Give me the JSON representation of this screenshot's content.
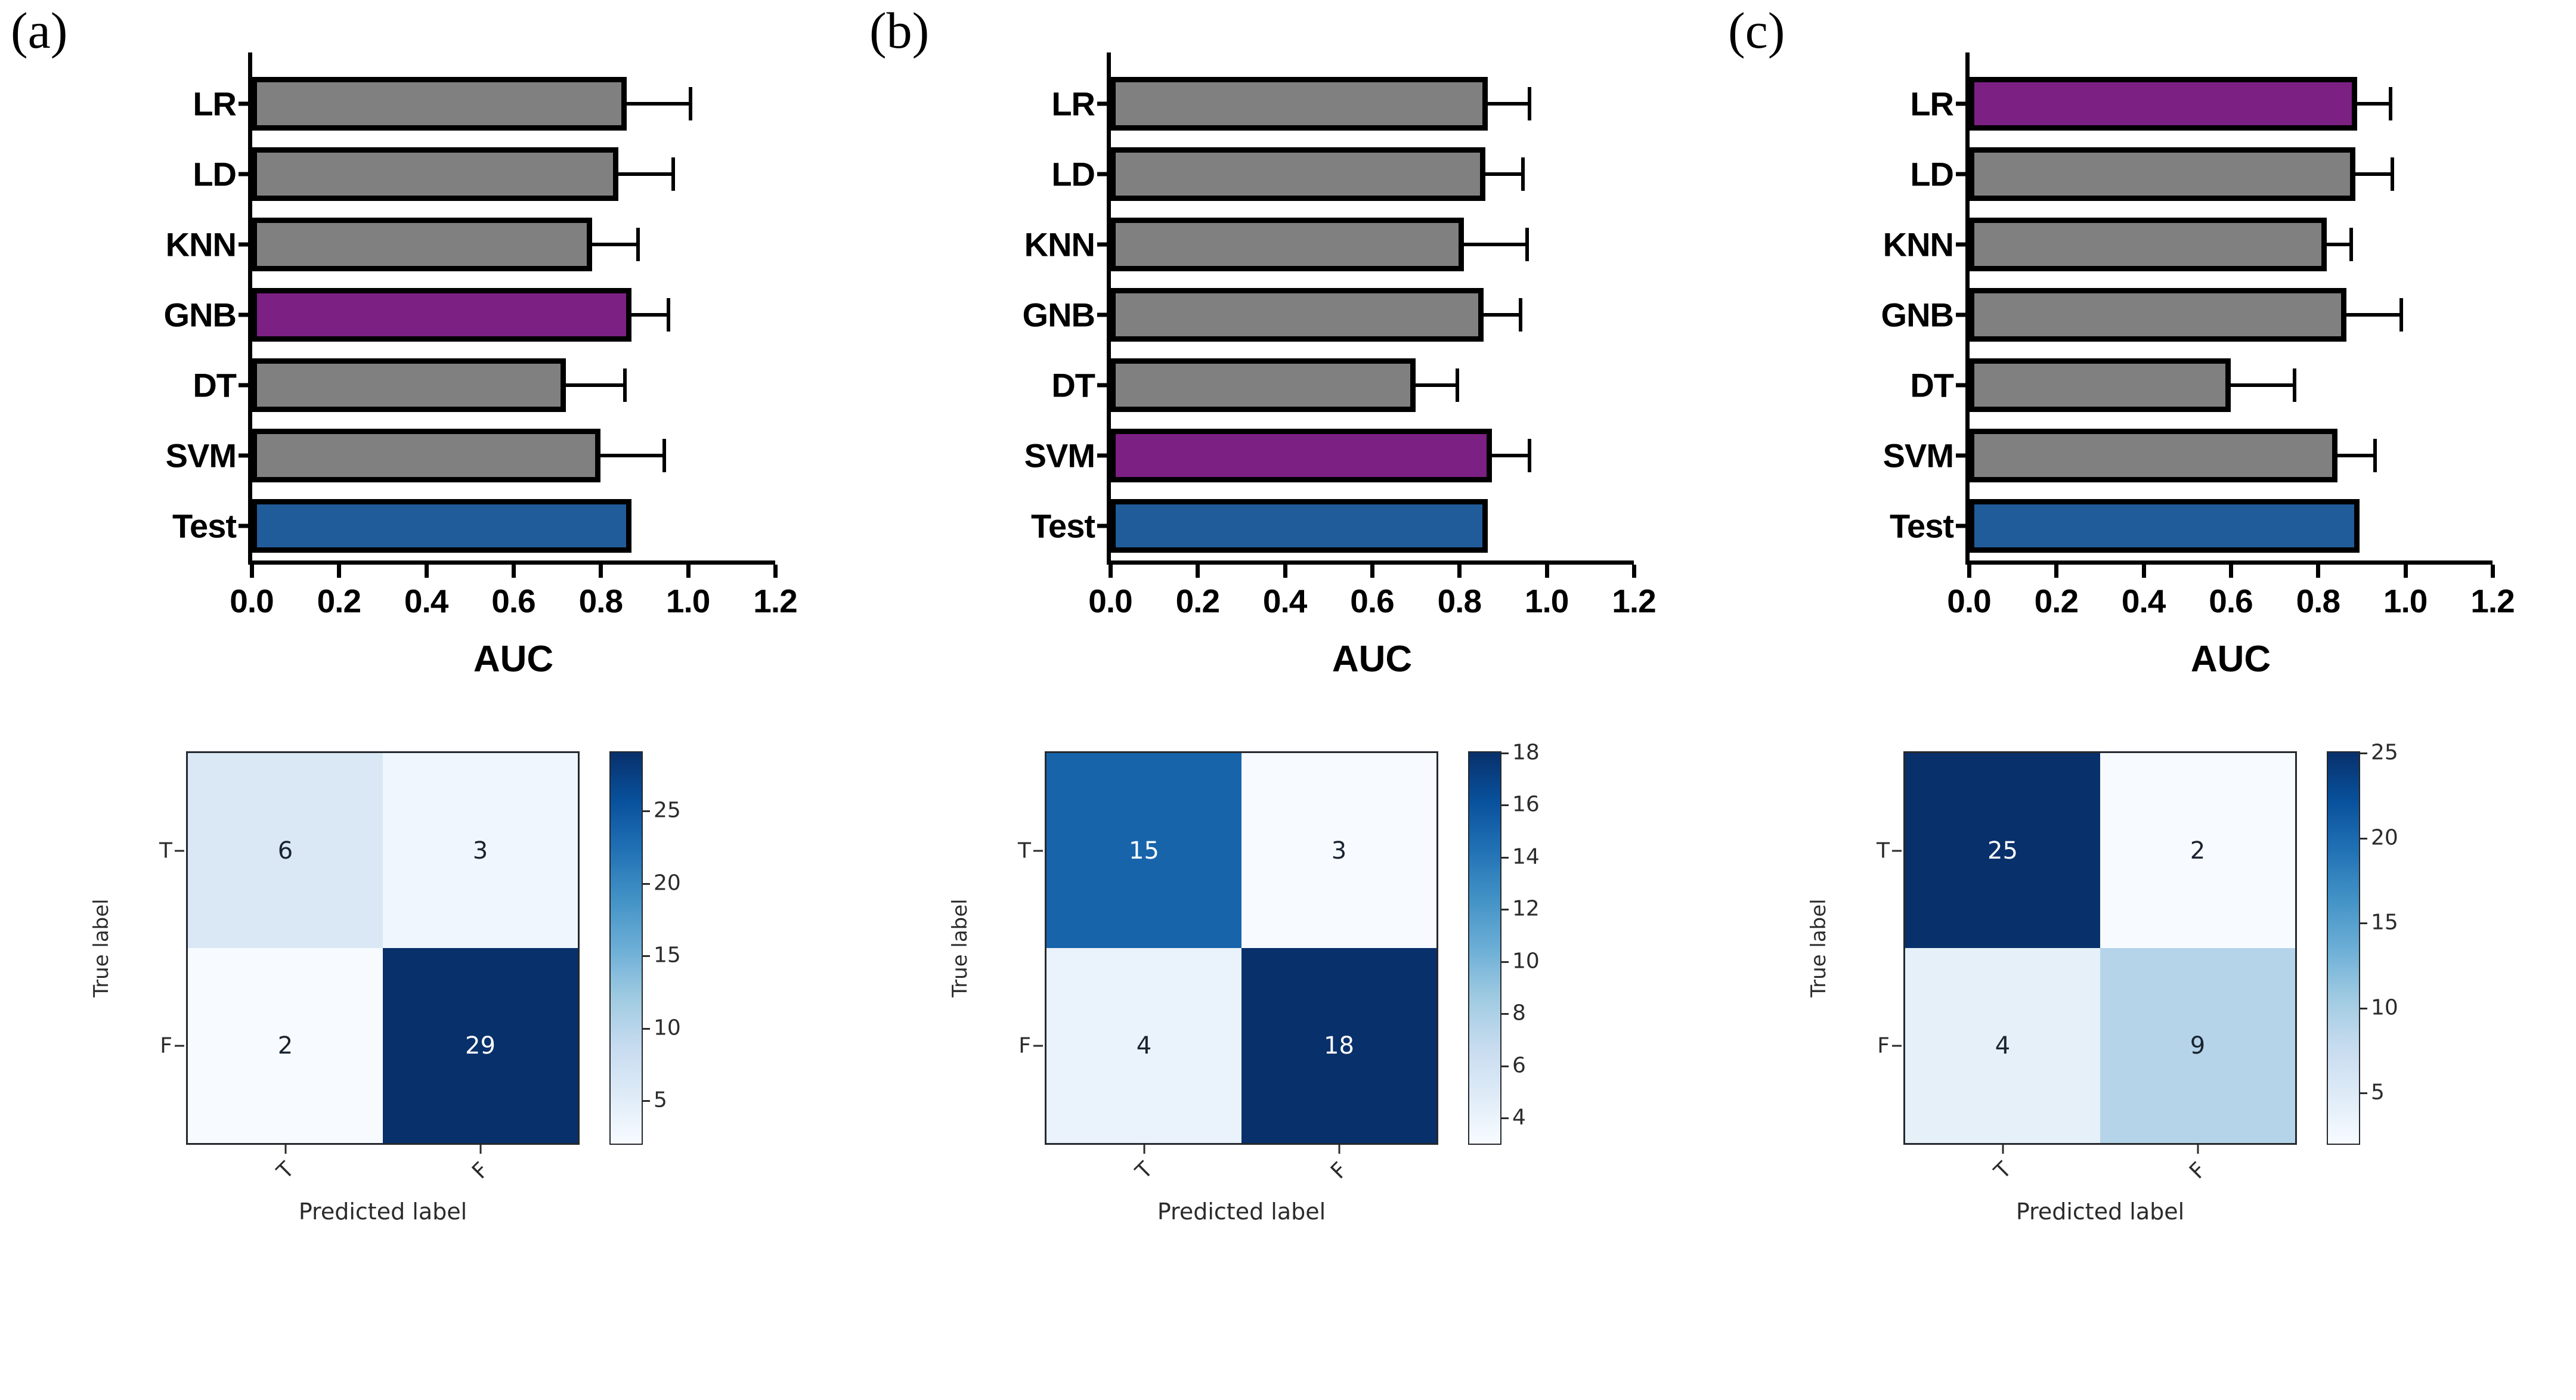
{
  "figure": {
    "panels": [
      {
        "letter": "(a)",
        "chart_data": {
          "type": "bar",
          "orientation": "horizontal",
          "title": "",
          "xlabel": "AUC",
          "ylabel": "",
          "xlim": [
            0.0,
            1.2
          ],
          "xticks": [
            "0.0",
            "0.2",
            "0.4",
            "0.6",
            "0.8",
            "1.0",
            "1.2"
          ],
          "xtick_values": [
            0.0,
            0.2,
            0.4,
            0.6,
            0.8,
            1.0,
            1.2
          ],
          "grid": false,
          "legend": "none",
          "categories": [
            "LR",
            "LD",
            "KNN",
            "GNB",
            "DT",
            "SVM",
            "Test"
          ],
          "values": [
            0.86,
            0.84,
            0.78,
            0.87,
            0.72,
            0.8,
            0.87
          ],
          "errors": [
            0.15,
            0.13,
            0.11,
            0.09,
            0.14,
            0.15,
            0.0
          ],
          "bar_colors": [
            "gray",
            "gray",
            "gray",
            "purple",
            "gray",
            "gray",
            "blue"
          ]
        },
        "confusion_matrix": {
          "type": "heatmap",
          "xlabel": "Predicted label",
          "ylabel": "True label",
          "row_labels": [
            "T",
            "F"
          ],
          "col_labels": [
            "T",
            "F"
          ],
          "values": [
            [
              6,
              3
            ],
            [
              2,
              29
            ]
          ],
          "vmin": 2,
          "vmax": 29,
          "colorbar_ticks": [
            "5",
            "10",
            "15",
            "20",
            "25"
          ],
          "colorbar_tick_values": [
            5,
            10,
            15,
            20,
            25
          ],
          "text_is_light": [
            [
              false,
              false
            ],
            [
              false,
              true
            ]
          ]
        }
      },
      {
        "letter": "(b)",
        "chart_data": {
          "type": "bar",
          "orientation": "horizontal",
          "title": "",
          "xlabel": "AUC",
          "ylabel": "",
          "xlim": [
            0.0,
            1.2
          ],
          "xticks": [
            "0.0",
            "0.2",
            "0.4",
            "0.6",
            "0.8",
            "1.0",
            "1.2"
          ],
          "xtick_values": [
            0.0,
            0.2,
            0.4,
            0.6,
            0.8,
            1.0,
            1.2
          ],
          "grid": false,
          "legend": "none",
          "categories": [
            "LR",
            "LD",
            "KNN",
            "GNB",
            "DT",
            "SVM",
            "Test"
          ],
          "values": [
            0.865,
            0.86,
            0.81,
            0.855,
            0.7,
            0.875,
            0.865
          ],
          "errors": [
            0.1,
            0.09,
            0.15,
            0.09,
            0.1,
            0.09,
            0.0
          ],
          "bar_colors": [
            "gray",
            "gray",
            "gray",
            "gray",
            "gray",
            "purple",
            "blue"
          ]
        },
        "confusion_matrix": {
          "type": "heatmap",
          "xlabel": "Predicted label",
          "ylabel": "True label",
          "row_labels": [
            "T",
            "F"
          ],
          "col_labels": [
            "T",
            "F"
          ],
          "values": [
            [
              15,
              3
            ],
            [
              4,
              18
            ]
          ],
          "vmin": 3,
          "vmax": 18,
          "colorbar_ticks": [
            "4",
            "6",
            "8",
            "10",
            "12",
            "14",
            "16",
            "18"
          ],
          "colorbar_tick_values": [
            4,
            6,
            8,
            10,
            12,
            14,
            16,
            18
          ],
          "text_is_light": [
            [
              true,
              false
            ],
            [
              false,
              true
            ]
          ]
        }
      },
      {
        "letter": "(c)",
        "chart_data": {
          "type": "bar",
          "orientation": "horizontal",
          "title": "",
          "xlabel": "AUC",
          "ylabel": "",
          "xlim": [
            0.0,
            1.2
          ],
          "xticks": [
            "0.0",
            "0.2",
            "0.4",
            "0.6",
            "0.8",
            "1.0",
            "1.2"
          ],
          "xtick_values": [
            0.0,
            0.2,
            0.4,
            0.6,
            0.8,
            1.0,
            1.2
          ],
          "grid": false,
          "legend": "none",
          "categories": [
            "LR",
            "LD",
            "KNN",
            "GNB",
            "DT",
            "SVM",
            "Test"
          ],
          "values": [
            0.89,
            0.885,
            0.82,
            0.865,
            0.6,
            0.845,
            0.895
          ],
          "errors": [
            0.08,
            0.09,
            0.06,
            0.13,
            0.15,
            0.09,
            0.0
          ],
          "bar_colors": [
            "purple",
            "gray",
            "gray",
            "gray",
            "gray",
            "gray",
            "blue"
          ]
        },
        "confusion_matrix": {
          "type": "heatmap",
          "xlabel": "Predicted label",
          "ylabel": "True label",
          "row_labels": [
            "T",
            "F"
          ],
          "col_labels": [
            "T",
            "F"
          ],
          "values": [
            [
              25,
              2
            ],
            [
              4,
              9
            ]
          ],
          "vmin": 2,
          "vmax": 25,
          "colorbar_ticks": [
            "5",
            "10",
            "15",
            "20",
            "25"
          ],
          "colorbar_tick_values": [
            5,
            10,
            15,
            20,
            25
          ],
          "text_is_light": [
            [
              true,
              false
            ],
            [
              false,
              false
            ]
          ]
        }
      }
    ],
    "colors": {
      "bar_gray": "#808080",
      "bar_purple": "#7c2084",
      "bar_blue": "#215c9a",
      "bar_edge": "#000000",
      "heatmap_low": "#f7fbff",
      "heatmap_high": "#08306b",
      "axis": "#000000"
    }
  }
}
